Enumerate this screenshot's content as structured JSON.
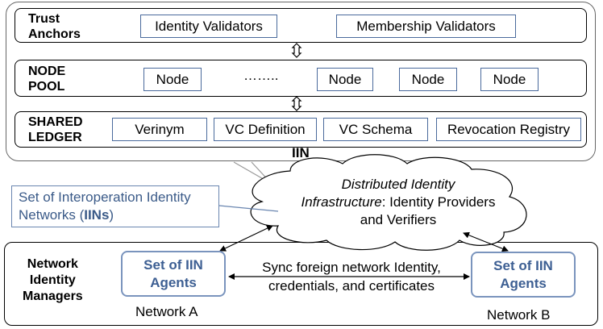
{
  "iin": {
    "title": "IIN",
    "trust_anchors": {
      "label_line1": "Trust",
      "label_line2": "Anchors",
      "items": [
        "Identity Validators",
        "Membership Validators"
      ]
    },
    "node_pool": {
      "label_line1": "NODE",
      "label_line2": "POOL",
      "ellipsis": "……..",
      "items": [
        "Node",
        "Node",
        "Node",
        "Node"
      ]
    },
    "shared_ledger": {
      "label_line1": "SHARED",
      "label_line2": "LEDGER",
      "items": [
        "Verinym",
        "VC Definition",
        "VC Schema",
        "Revocation Registry"
      ]
    }
  },
  "callout": {
    "line1": "Set of Interoperation Identity",
    "line2_prefix": "Networks (",
    "line2_bold": "IINs",
    "line2_suffix": ")"
  },
  "cloud": {
    "line1": "Distributed Identity",
    "line2_italic": "Infrastructure",
    "line2_rest": ": Identity Providers",
    "line3": "and Verifiers"
  },
  "nim": {
    "label_line1": "Network",
    "label_line2": "Identity",
    "label_line3": "Managers",
    "agent_a": {
      "line1": "Set of IIN",
      "line2": "Agents",
      "network": "Network A"
    },
    "agent_b": {
      "line1": "Set of IIN",
      "line2": "Agents",
      "network": "Network B"
    },
    "sync_line1": "Sync foreign network Identity,",
    "sync_line2": "credentials, and certificates"
  },
  "colors": {
    "box_border": "#4a6a9c",
    "callout_text": "#3a5a88",
    "agent_text": "#3d5f93",
    "arrow": "#000000"
  }
}
